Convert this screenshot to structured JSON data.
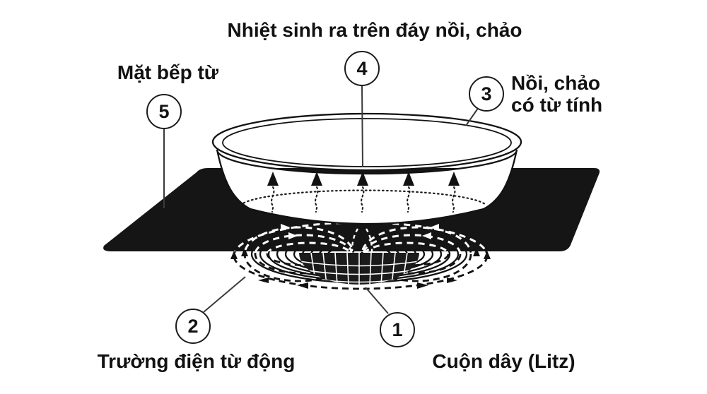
{
  "callouts": {
    "coil": {
      "number": "1",
      "label": "Cuộn dây (Litz)"
    },
    "field": {
      "number": "2",
      "label": "Trường điện từ động"
    },
    "pot": {
      "number": "3",
      "label": "Nồi, chảo\ncó từ tính"
    },
    "heat": {
      "number": "4",
      "label": "Nhiệt sinh ra trên đáy nồi, chảo"
    },
    "surface": {
      "number": "5",
      "label": "Mặt bếp từ"
    }
  },
  "colors": {
    "ink": "#121212",
    "surface_fill": "#151515",
    "background": "#ffffff"
  }
}
